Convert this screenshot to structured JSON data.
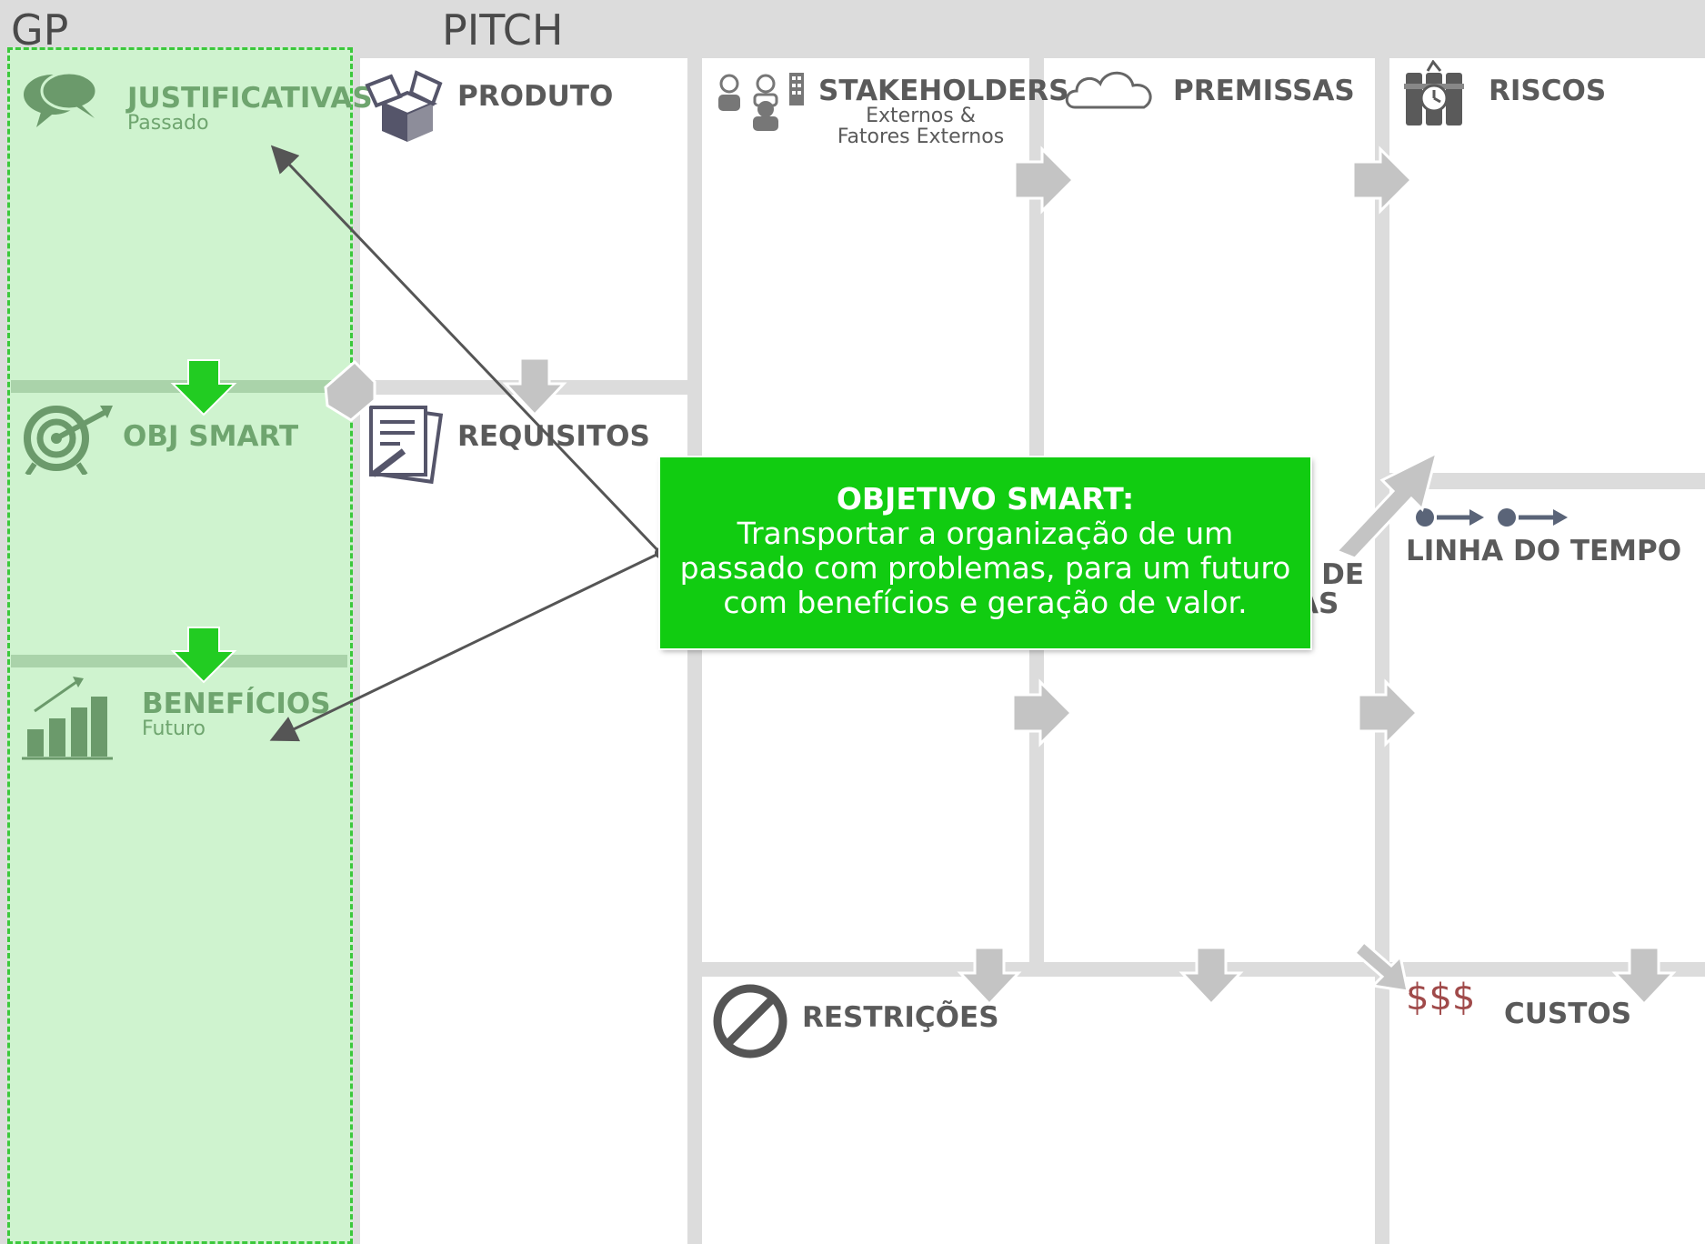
{
  "headers": {
    "gp": "GP",
    "pitch": "PITCH"
  },
  "cards": {
    "justificativas": {
      "title": "JUSTIFICATIVAS",
      "subtitle": "Passado"
    },
    "obj_smart": {
      "title": "OBJ SMART"
    },
    "beneficios": {
      "title": "BENEFÍCIOS",
      "subtitle": "Futuro"
    },
    "produto": {
      "title": "PRODUTO"
    },
    "requisitos": {
      "title": "REQUISITOS"
    },
    "stakeholders": {
      "title": "STAKEHOLDERS",
      "subtitle_line1": "Externos &",
      "subtitle_line2": "Fatores Externos"
    },
    "premissas": {
      "title": "PREMISSAS"
    },
    "riscos": {
      "title": "RISCOS"
    },
    "grupos_entregas": {
      "title_line1": "S DE",
      "title_line2": "AS"
    },
    "linha_do_tempo": {
      "title": "LINHA DO TEMPO"
    },
    "restricoes": {
      "title": "RESTRIÇÕES"
    },
    "custos": {
      "title": "CUSTOS",
      "icon_text": "$$$"
    }
  },
  "callout": {
    "title": "OBJETIVO SMART:",
    "line1": "Transportar a organização de um",
    "line2": "passado com problemas, para um futuro",
    "line3": "com benefícios e geração de valor."
  },
  "colors": {
    "gp_fill": "#cff3cf",
    "gp_border": "#3cc83c",
    "callout": "#11cc11",
    "arrow_green": "#22cc22",
    "arrow_gray": "#c0c0c0",
    "cost_red": "#a04a4a"
  },
  "icons": [
    "speech-bubbles-icon",
    "box-icon",
    "people-building-icon",
    "cloud-icon",
    "bomb-timer-icon",
    "target-icon",
    "document-pen-icon",
    "timeline-icon",
    "bar-chart-icon",
    "no-sign-icon",
    "dollar-icon"
  ]
}
